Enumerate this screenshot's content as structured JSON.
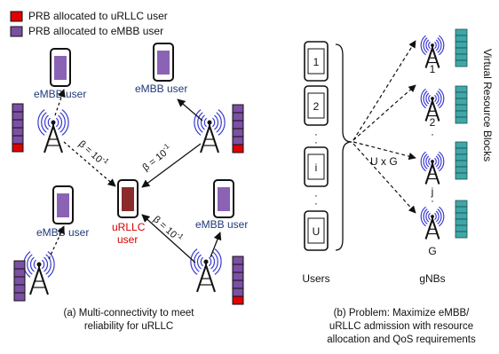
{
  "legend": {
    "urllc_label": "PRB allocated to uRLLC user",
    "embb_label": "PRB allocated to eMBB user",
    "urllc_color": "#e00000",
    "embb_color": "#7b4fa3"
  },
  "colors": {
    "user_text": "#1f3a7a",
    "urllc_text": "#d40000",
    "phone_embb_screen": "#8a63b5",
    "phone_urllc_screen": "#8b2b2b",
    "rb_block": "#3fa7a7",
    "radio_wave": "#3a3ad0"
  },
  "left": {
    "embb_user_labels": [
      "eMBB user",
      "eMBB user",
      "eMBB user",
      "eMBB user"
    ],
    "urllc_user_label_line1": "uRLLC",
    "urllc_user_label_line2": "user",
    "beta_base": "β = 10",
    "beta_exp": "-1",
    "caption_line1": "(a) Multi-connectivity to meet",
    "caption_line2": "reliability for uRLLC"
  },
  "right": {
    "user_ids": [
      "1",
      "2",
      "i",
      "U"
    ],
    "gnb_ids": [
      "1",
      "2",
      "j",
      "G"
    ],
    "combo_label": "U x G",
    "vertical_label": "Virtual Resource Blocks",
    "users_label": "Users",
    "gnbs_label": "gNBs",
    "caption_line1": "(b) Problem: Maximize eMBB/",
    "caption_line2": "uRLLC admission with resource",
    "caption_line3": "allocation and QoS requirements"
  }
}
